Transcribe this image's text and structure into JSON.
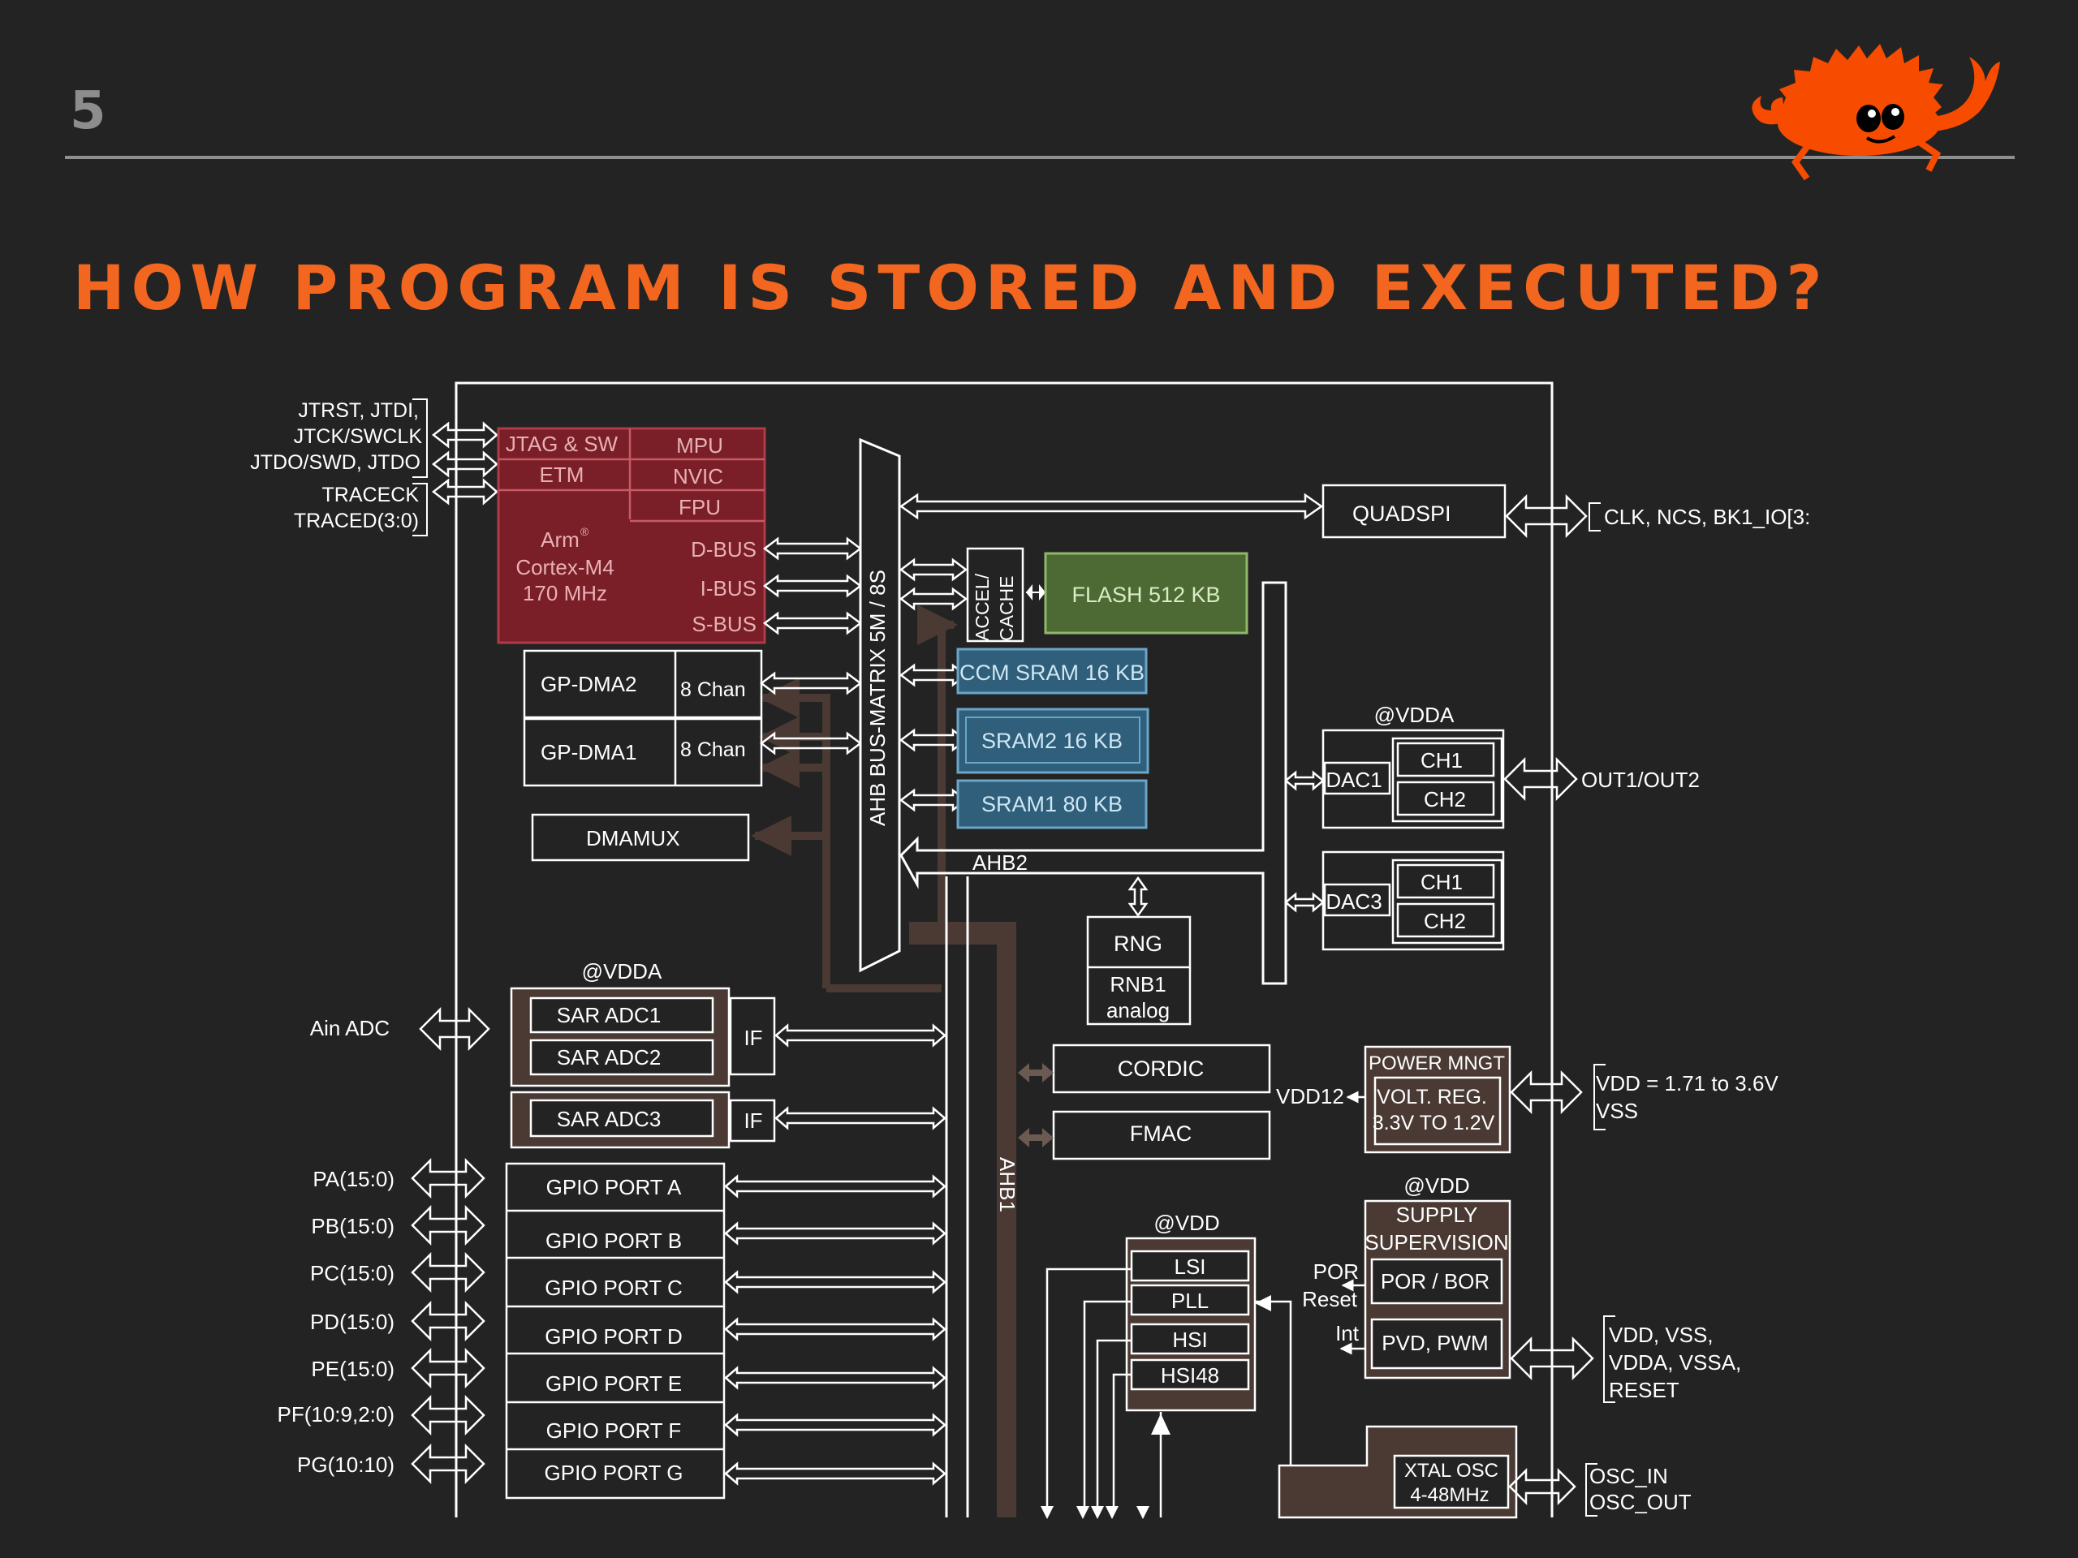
{
  "slide": {
    "number": "5",
    "title": "HOW PROGRAM IS STORED AND EXECUTED?"
  },
  "colors": {
    "background": "#232323",
    "title": "#f2661f",
    "core": "#7a1f27",
    "flash": "#4e6a34",
    "sram": "#2f5f7a",
    "bus": "#4a3a33",
    "mascot": "#f74c00"
  },
  "diagram": {
    "debug_pins": {
      "line1": "JTRST, JTDI,",
      "line2": "JTCK/SWCLK",
      "line3": "JTDO/SWD, JTDO",
      "line4": "TRACECK",
      "line5": "TRACED(3:0)"
    },
    "core": {
      "jtag": "JTAG & SW",
      "etm": "ETM",
      "mpu": "MPU",
      "nvic": "NVIC",
      "fpu": "FPU",
      "arm": "Arm",
      "arm_reg": "®",
      "cortex": "Cortex-M4",
      "freq": "170 MHz",
      "dbus": "D-BUS",
      "ibus": "I-BUS",
      "sbus": "S-BUS"
    },
    "dma": {
      "dma2": "GP-DMA2",
      "dma1": "GP-DMA1",
      "chan2": "8 Chan",
      "chan1": "8 Chan",
      "dmamux": "DMAMUX"
    },
    "bus_matrix": "AHB BUS-MATRIX 5M / 8S",
    "ahb2": "AHB2",
    "ahb1": "AHB1",
    "accel": "ACCEL/\nCACHE",
    "accel_line1": "ACCEL/",
    "accel_line2": "CACHE",
    "flash": "FLASH 512 KB",
    "ccm": "CCM SRAM 16 KB",
    "sram2": "SRAM2 16 KB",
    "sram1": "SRAM1 80 KB",
    "quadspi": "QUADSPI",
    "quadspi_pins": "CLK, NCS, BK1_IO[3:",
    "dac": {
      "vdda": "@VDDA",
      "dac1": "DAC1",
      "dac3": "DAC3",
      "ch1": "CH1",
      "ch2": "CH2",
      "out": "OUT1/OUT2"
    },
    "rng": "RNG",
    "rnb1_line1": "RNB1",
    "rnb1_line2": "analog",
    "cordic": "CORDIC",
    "fmac": "FMAC",
    "power": {
      "title": "POWER MNGT",
      "reg1": "VOLT. REG.",
      "reg2": "3.3V TO 1.2V",
      "vdd12": "VDD12",
      "vdd_range": "VDD = 1.71 to 3.6V",
      "vss": "VSS"
    },
    "adc": {
      "vdda": "@VDDA",
      "ain": "Ain ADC",
      "adc1": "SAR ADC1",
      "adc2": "SAR ADC2",
      "adc3": "SAR ADC3",
      "if": "IF"
    },
    "gpio": {
      "ports": [
        "GPIO PORT A",
        "GPIO PORT B",
        "GPIO PORT C",
        "GPIO PORT D",
        "GPIO PORT E",
        "GPIO PORT F",
        "GPIO PORT G"
      ],
      "pins": [
        "PA(15:0)",
        "PB(15:0)",
        "PC(15:0)",
        "PD(15:0)",
        "PE(15:0)",
        "PF(10:9,2:0)",
        "PG(10:10)"
      ]
    },
    "clocks": {
      "vdd": "@VDD",
      "lsi": "LSI",
      "pll": "PLL",
      "hsi": "HSI",
      "hsi48": "HSI48"
    },
    "supply": {
      "vdd": "@VDD",
      "title1": "SUPPLY",
      "title2": "SUPERVISION",
      "por_bor": "POR / BOR",
      "pvd": "PVD, PWM",
      "por": "POR",
      "reset": "Reset",
      "int": "Int",
      "pins1": "VDD, VSS,",
      "pins2": "VDDA, VSSA,",
      "pins3": "RESET"
    },
    "xtal": {
      "line1": "XTAL OSC",
      "line2": "4-48MHz",
      "osc_in": "OSC_IN",
      "osc_out": "OSC_OUT"
    }
  }
}
